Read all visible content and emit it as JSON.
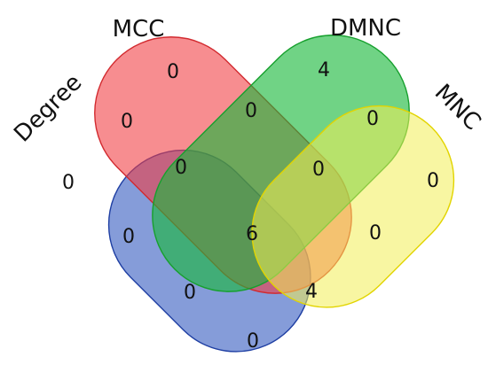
{
  "diagram": {
    "type": "venn-4",
    "sets": [
      {
        "key": "degree",
        "label": "Degree",
        "fill": "#3A5FC2",
        "stroke": "#1F3FA3"
      },
      {
        "key": "mcc",
        "label": "MCC",
        "fill": "#F23A3F",
        "stroke": "#D22A2F"
      },
      {
        "key": "dmnc",
        "label": "DMNC",
        "fill": "#19B83A",
        "stroke": "#17A02E"
      },
      {
        "key": "mnc",
        "label": "MNC",
        "fill": "#F2EE55",
        "stroke": "#E2D400"
      }
    ],
    "regions": [
      {
        "key": "mcc_only",
        "sets": [
          "mcc"
        ],
        "value": "0"
      },
      {
        "key": "dmnc_only",
        "sets": [
          "dmnc"
        ],
        "value": "4"
      },
      {
        "key": "degree_mcc",
        "sets": [
          "degree",
          "mcc"
        ],
        "value": "0"
      },
      {
        "key": "mcc_dmnc",
        "sets": [
          "mcc",
          "dmnc"
        ],
        "value": "0"
      },
      {
        "key": "dmnc_mnc",
        "sets": [
          "dmnc",
          "mnc"
        ],
        "value": "0"
      },
      {
        "key": "degree_only",
        "sets": [
          "degree"
        ],
        "value": "0"
      },
      {
        "key": "degree_mcc_dmnc",
        "sets": [
          "degree",
          "mcc",
          "dmnc"
        ],
        "value": "0"
      },
      {
        "key": "mcc_dmnc_mnc",
        "sets": [
          "mcc",
          "dmnc",
          "mnc"
        ],
        "value": "0"
      },
      {
        "key": "mnc_only",
        "sets": [
          "mnc"
        ],
        "value": "0"
      },
      {
        "key": "degree_dmnc",
        "sets": [
          "degree",
          "dmnc"
        ],
        "value": "0"
      },
      {
        "key": "all",
        "sets": [
          "degree",
          "mcc",
          "dmnc",
          "mnc"
        ],
        "value": "6"
      },
      {
        "key": "mcc_mnc",
        "sets": [
          "mcc",
          "mnc"
        ],
        "value": "0"
      },
      {
        "key": "degree_dmnc_mnc",
        "sets": [
          "degree",
          "dmnc",
          "mnc"
        ],
        "value": "0"
      },
      {
        "key": "degree_mcc_mnc",
        "sets": [
          "degree",
          "mcc",
          "mnc"
        ],
        "value": "4"
      },
      {
        "key": "degree_mnc",
        "sets": [
          "degree",
          "mnc"
        ],
        "value": "0"
      }
    ]
  }
}
